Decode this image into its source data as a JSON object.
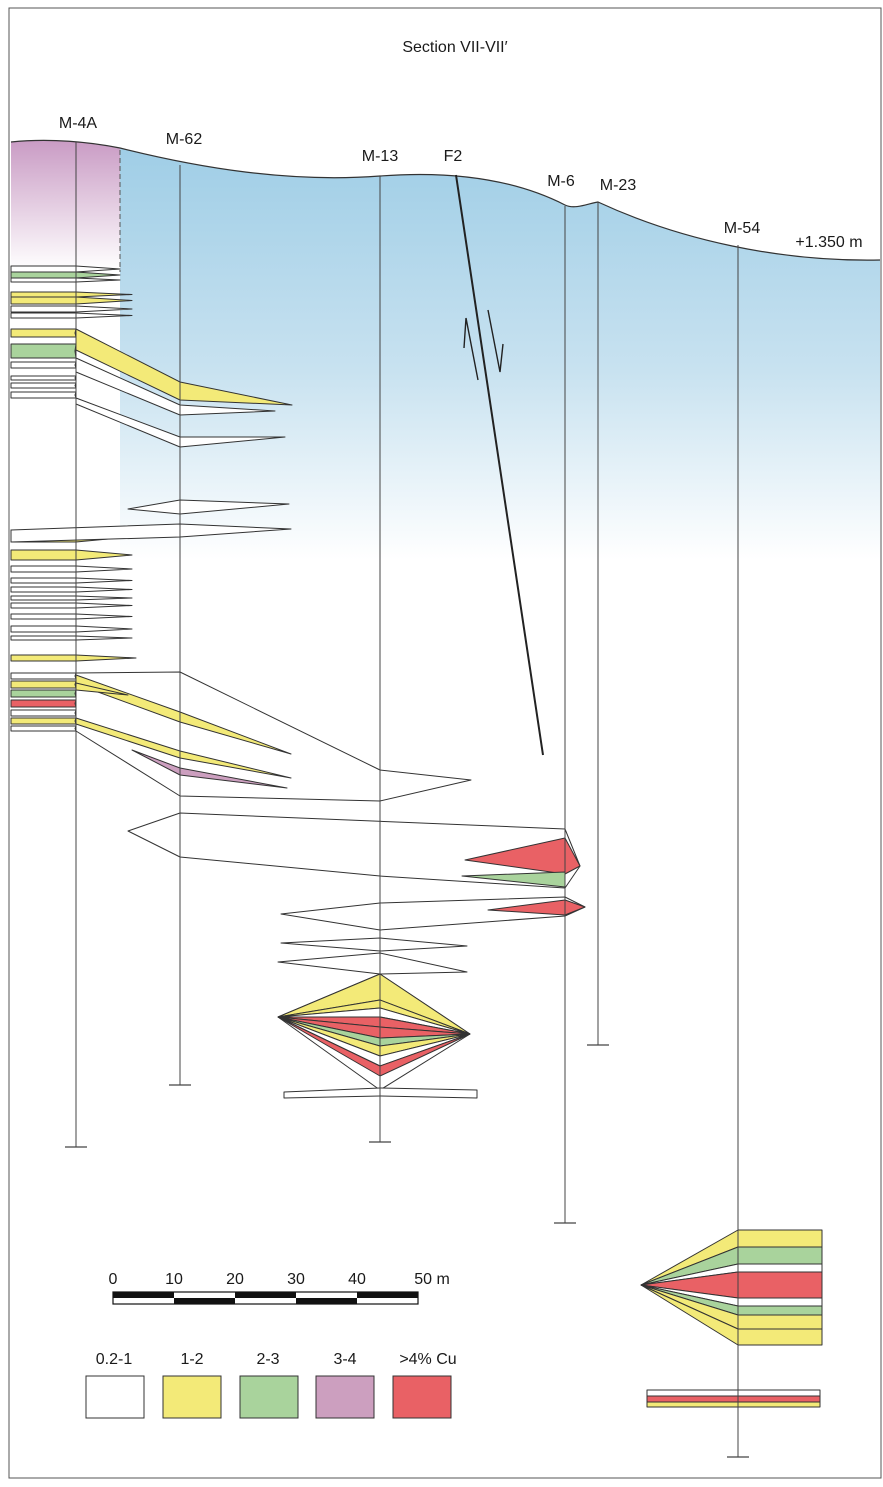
{
  "title": "Section VII-VII′",
  "elevation_label": "+1.350 m",
  "fault": {
    "label": "F2"
  },
  "drillholes": [
    {
      "id": "m4a",
      "label": "M-4A"
    },
    {
      "id": "m62",
      "label": "M-62"
    },
    {
      "id": "m13",
      "label": "M-13"
    },
    {
      "id": "m6",
      "label": "M-6"
    },
    {
      "id": "m23",
      "label": "M-23"
    },
    {
      "id": "m54",
      "label": "M-54"
    }
  ],
  "scale_bar": {
    "ticks": [
      "0",
      "10",
      "20",
      "30",
      "40",
      "50 m"
    ]
  },
  "legend": {
    "items": [
      {
        "label": "0.2-1",
        "color": "#ffffff"
      },
      {
        "label": "1-2",
        "color": "#f3ea78"
      },
      {
        "label": "2-3",
        "color": "#a9d39c"
      },
      {
        "label": "3-4",
        "color": "#cc9fbf"
      },
      {
        "label": ">4% Cu",
        "color": "#e96165"
      }
    ]
  },
  "colors": {
    "sky_top": "#9ecde6",
    "outline": "#333333",
    "w": "#ffffff",
    "y": "#f3ea78",
    "g": "#a9d39c",
    "p": "#cc9fbf",
    "r": "#e96165"
  }
}
